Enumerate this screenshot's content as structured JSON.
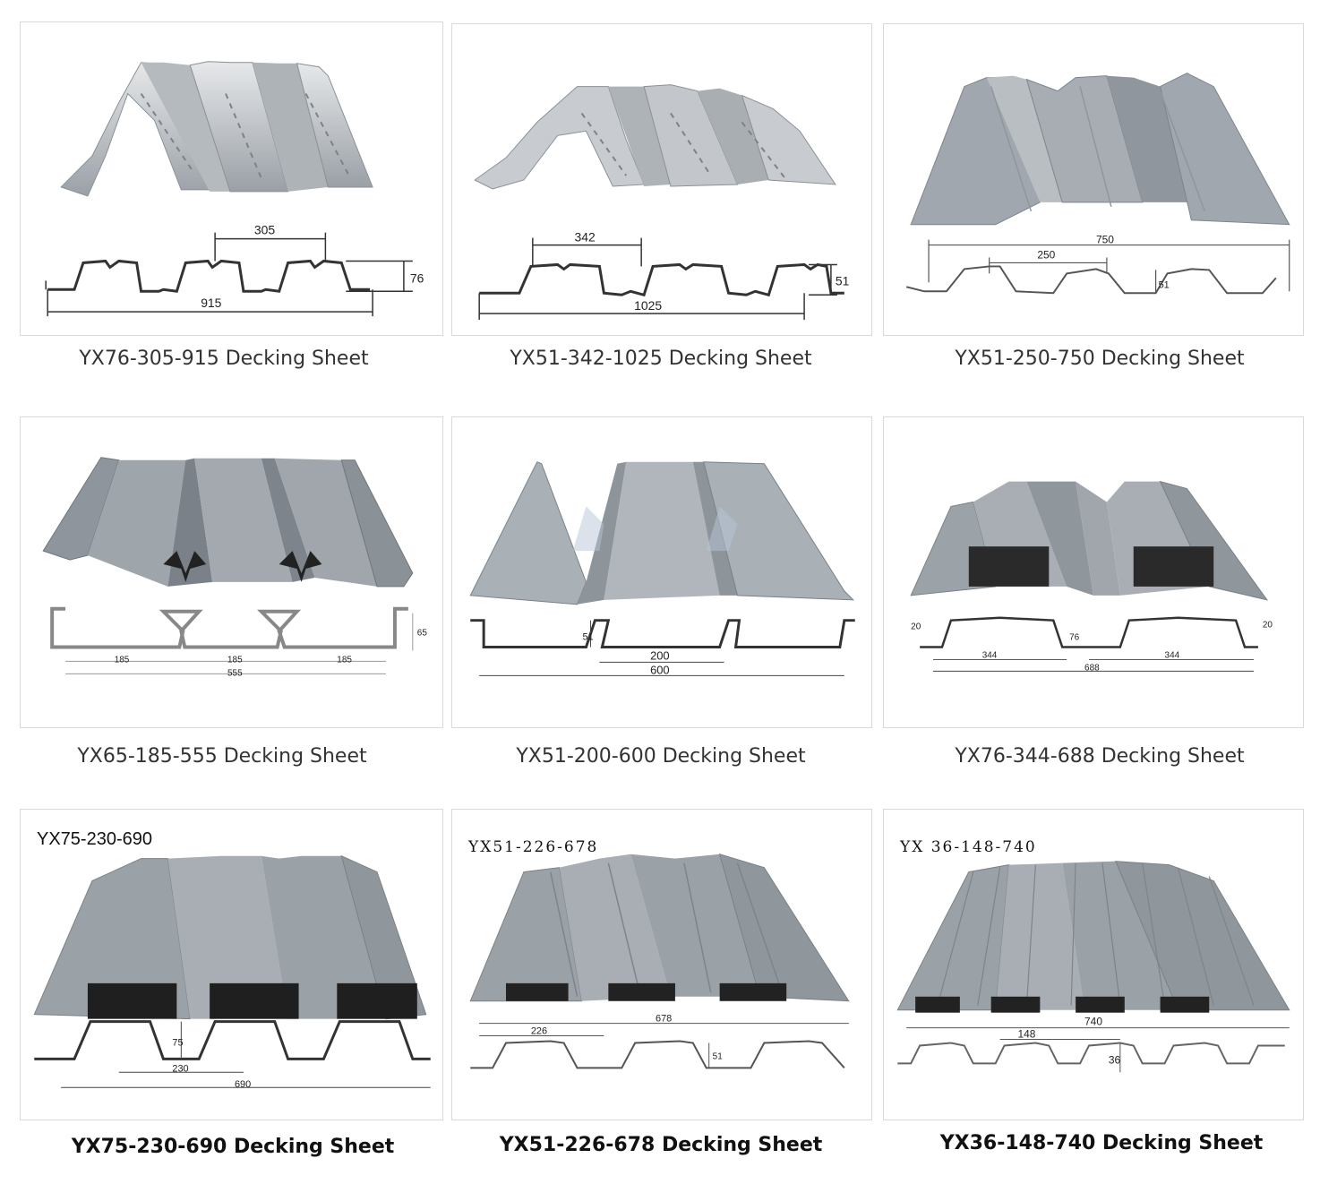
{
  "panels": [
    {
      "caption": "YX76-305-915 Decking Sheet",
      "dims": {
        "top": "305",
        "side": "76",
        "bottom": "915"
      }
    },
    {
      "caption": "YX51-342-1025 Decking Sheet",
      "dims": {
        "top": "342",
        "side": "51",
        "bottom": "1025"
      }
    },
    {
      "caption": "YX51-250-750 Decking Sheet",
      "dims": {
        "top": "750",
        "mid": "250",
        "side": "51"
      }
    },
    {
      "caption": "YX65-185-555 Decking Sheet",
      "dims": {
        "d1": "185",
        "d2": "185",
        "d3": "185",
        "total": "555",
        "side": "65"
      }
    },
    {
      "caption": "YX51-200-600 Decking Sheet",
      "dims": {
        "side": "51",
        "pitch": "200",
        "total": "600"
      }
    },
    {
      "caption": "YX76-344-688 Decking Sheet",
      "dims": {
        "d1": "344",
        "d2": "344",
        "total": "688",
        "left": "20",
        "mid": "76",
        "right": "20"
      }
    },
    {
      "caption": "YX75-230-690 Decking Sheet",
      "label": "YX75-230-690",
      "dims": {
        "side": "75",
        "pitch": "230",
        "total": "690"
      }
    },
    {
      "caption": "YX51-226-678 Decking Sheet",
      "label": "YX51-226-678",
      "dims": {
        "pitch": "226",
        "total": "678",
        "side": "51"
      }
    },
    {
      "caption": "YX36-148-740 Decking Sheet",
      "label": "YX 36-148-740",
      "dims": {
        "total": "740",
        "pitch": "148",
        "side": "36"
      }
    }
  ],
  "colors": {
    "sheet_light": "#c9cdd2",
    "sheet_mid": "#9aa1a8",
    "sheet_dark": "#6d747b",
    "profile_line": "#333333"
  }
}
